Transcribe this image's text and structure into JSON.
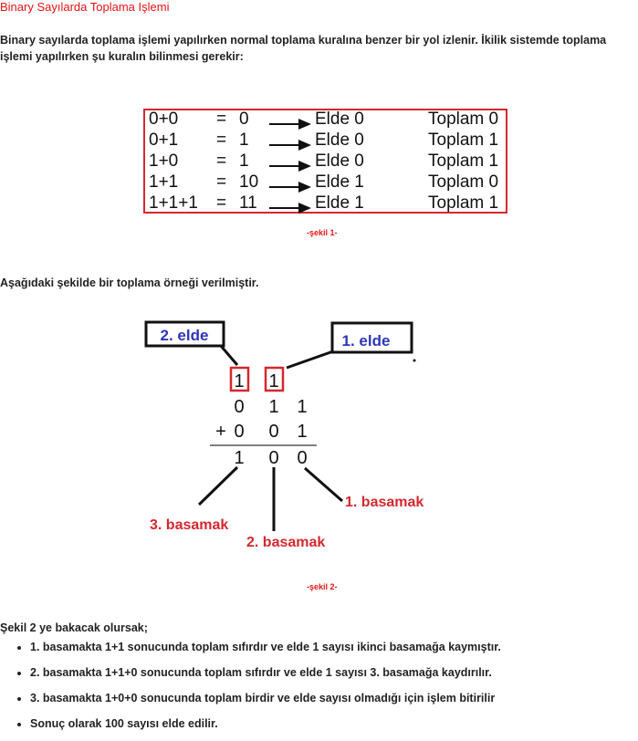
{
  "title": "Binary Sayılarda Toplama Işlemi",
  "intro": "Binary sayılarda toplama işlemi yapılırken normal toplama kuralına benzer bir yol izlenir.  İkilik sistemde toplama işlemi yapılırken şu kuralın bilinmesi gerekir:",
  "rules": [
    {
      "expr": "0+0",
      "eq": "=",
      "result": "0",
      "carry": "Elde 0",
      "sum": "Toplam 0"
    },
    {
      "expr": "0+1",
      "eq": "=",
      "result": "1",
      "carry": "Elde 0",
      "sum": "Toplam 1"
    },
    {
      "expr": "1+0",
      "eq": "=",
      "result": "1",
      "carry": "Elde 0",
      "sum": "Toplam 1"
    },
    {
      "expr": "1+1",
      "eq": "=",
      "result": "10",
      "carry": "Elde 1",
      "sum": "Toplam 0"
    },
    {
      "expr": "1+1+1",
      "eq": "=",
      "result": "11",
      "carry": "Elde 1",
      "sum": "Toplam 1"
    }
  ],
  "caption1": "-şekil 1-",
  "example_intro": "Aşağıdaki şekilde bir toplama örneği  verilmiştir.",
  "diagram": {
    "label_carry2": "2. elde",
    "label_carry1": "1. elde",
    "carry_digits": [
      "1",
      "1"
    ],
    "row1": [
      "0",
      "1",
      "1"
    ],
    "plus": "+",
    "row2": [
      "0",
      "0",
      "1"
    ],
    "result": [
      "1",
      "0",
      "0"
    ],
    "label_step1": "1. basamak",
    "label_step2": "2. basamak",
    "label_step3": "3. basamak",
    "colors": {
      "blue": "#2e35b7",
      "red": "#d4282f",
      "box": "#111111"
    }
  },
  "caption2": "-şekil 2-",
  "lookup_intro": "Şekil 2 ye bakacak olursak;",
  "bullets": [
    "1. basamakta 1+1 sonucunda toplam  sıfırdır ve elde 1 sayısı ikinci basamağa kaymıştır.",
    "2. basamakta 1+1+0 sonucunda toplam sıfırdır ve elde 1 sayısı 3. basamağa kaydırılır.",
    "3. basamakta 1+0+0 sonucunda toplam birdir ve elde sayısı olmadığı için işlem bitirilir",
    "Sonuç olarak 100 sayısı elde edilir."
  ]
}
